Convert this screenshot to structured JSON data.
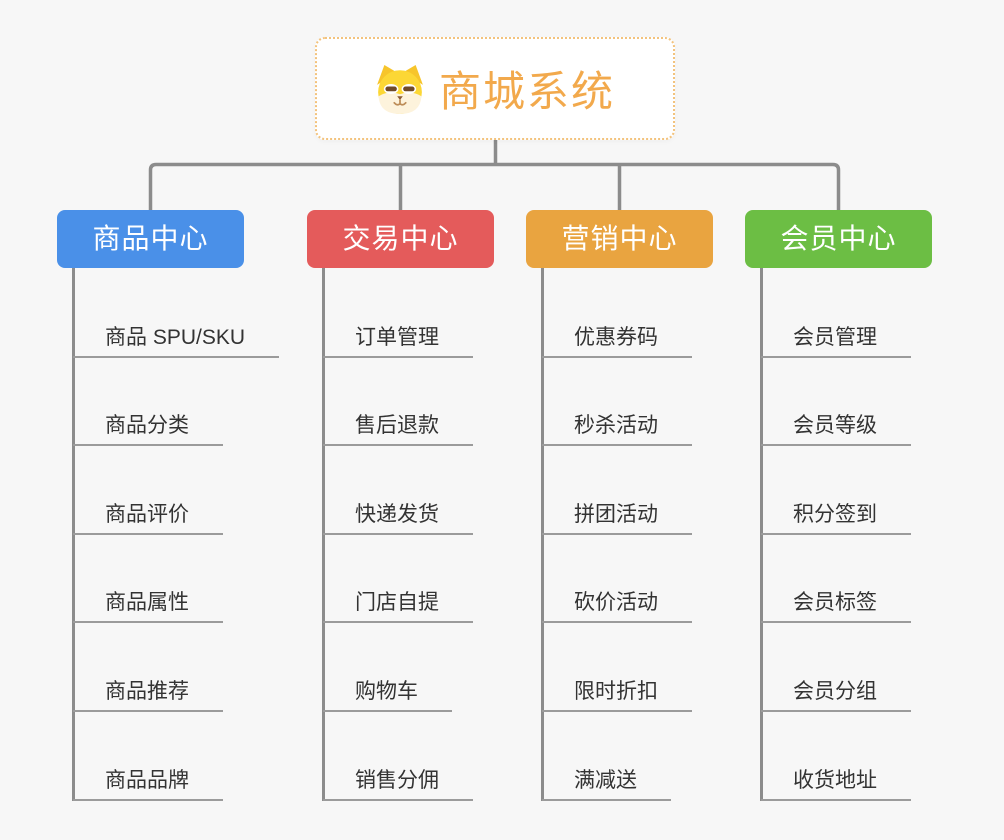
{
  "canvas": {
    "background_color": "#f7f7f7",
    "connector_color": "#8c8c8c",
    "underline_color": "#9b9b9b",
    "child_text_color": "#333333"
  },
  "root": {
    "label": "商城系统",
    "icon": "shiba-dog-face-icon",
    "text_color": "#f2a94c",
    "border_color": "#f3c37d",
    "background_color": "#ffffff"
  },
  "branches": [
    {
      "label": "商品中心",
      "color": "#4a90e8",
      "children": [
        "商品 SPU/SKU",
        "商品分类",
        "商品评价",
        "商品属性",
        "商品推荐",
        "商品品牌"
      ]
    },
    {
      "label": "交易中心",
      "color": "#e45b5b",
      "children": [
        "订单管理",
        "售后退款",
        "快递发货",
        "门店自提",
        "购物车",
        "销售分佣"
      ]
    },
    {
      "label": "营销中心",
      "color": "#e9a440",
      "children": [
        "优惠券码",
        "秒杀活动",
        "拼团活动",
        "砍价活动",
        "限时折扣",
        "满减送"
      ]
    },
    {
      "label": "会员中心",
      "color": "#6cbe44",
      "children": [
        "会员管理",
        "会员等级",
        "积分签到",
        "会员标签",
        "会员分组",
        "收货地址"
      ]
    }
  ]
}
